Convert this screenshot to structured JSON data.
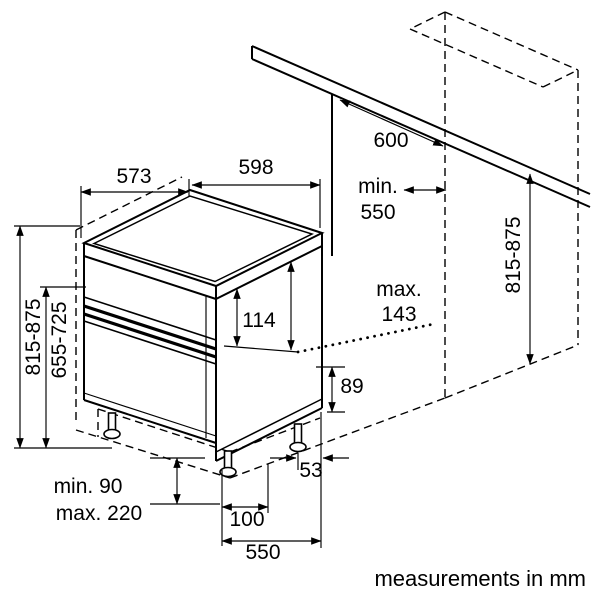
{
  "note": "measurements in mm",
  "dimensions": {
    "appliance_depth": "573",
    "appliance_width": "598",
    "niche_width": "600",
    "niche_depth_prefix": "min.",
    "niche_depth": "550",
    "appliance_height": "815-875",
    "door_height": "655-725",
    "panel_height": "114",
    "clearance_prefix": "max.",
    "clearance": "143",
    "side_base_height": "89",
    "niche_height": "815-875",
    "plinth_min": "min. 90",
    "plinth_max": "max. 220",
    "foot_offset": "53",
    "foot_inset": "100",
    "base_depth": "550"
  }
}
